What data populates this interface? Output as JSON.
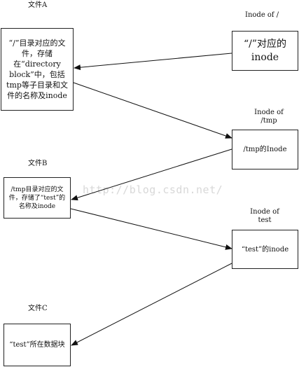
{
  "labels": {
    "file_a": "文件A",
    "inode_root": "Inode of /",
    "inode_tmp_line1": "Inode of",
    "inode_tmp_line2": "/tmp",
    "file_b": "文件B",
    "inode_test_line1": "Inode of",
    "inode_test_line2": "test",
    "file_c": "文件C"
  },
  "boxes": {
    "file_a_text": "“/”目录对应的文件，存储在“directory block”中，包括tmp等子目录和文件的名称及inode",
    "inode_root_text": "“/”对应的inode",
    "inode_tmp_text": "/tmp的Inode",
    "file_b_text": "/tmp目录对应的文件，存储了“test”的名称及inode",
    "inode_test_text": "“test”的inode",
    "file_c_text": "“test”所在数据块"
  },
  "watermark": "http://blog.csdn.net/",
  "colors": {
    "line": "#111111",
    "border": "#222222",
    "watermark": "#d8d8d8"
  }
}
